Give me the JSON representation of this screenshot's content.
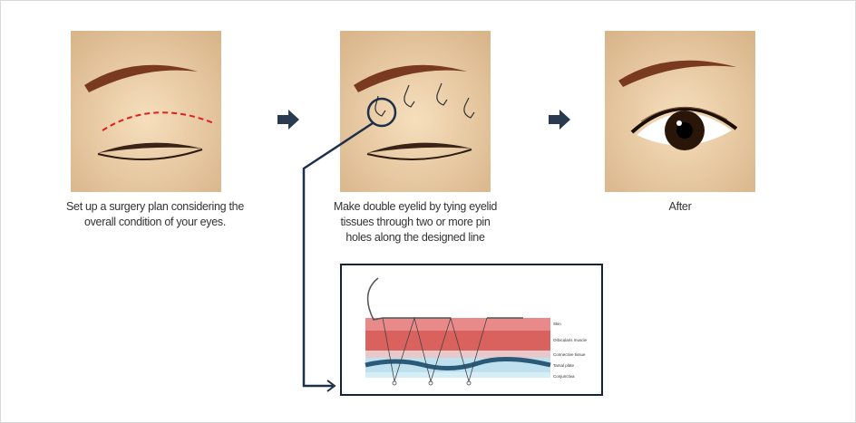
{
  "steps": [
    {
      "caption": [
        "Set up a surgery plan considering the",
        "overall condition of your eyes."
      ]
    },
    {
      "caption": [
        "Make double eyelid by tying eyelid",
        "tissues through two or more pin",
        "holes along the designed line"
      ]
    },
    {
      "caption": [
        "After"
      ]
    }
  ],
  "diagram": {
    "labels": [
      "Skin",
      "Orbicularis muscle",
      "Connective tissue",
      "Tarsal plate",
      "Conjunctiva"
    ]
  },
  "colors": {
    "skin": "#f0d2a6",
    "connector": "#1e2f4a",
    "arrow": "#2a3a50",
    "dashed": "#e02020"
  }
}
